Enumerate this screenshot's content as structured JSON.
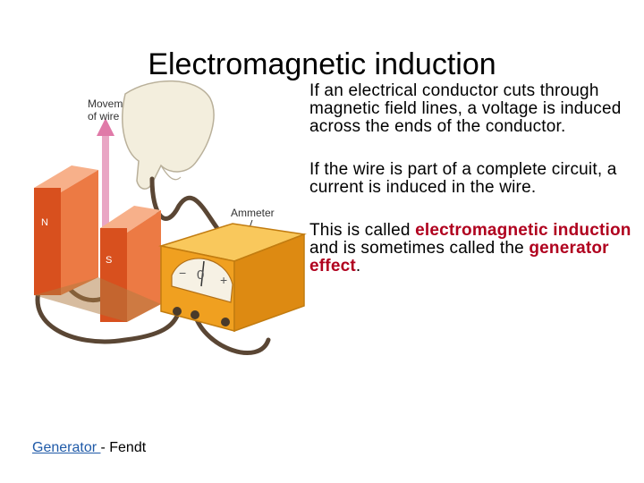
{
  "title": "Electromagnetic induction",
  "bullets": [
    {
      "text": "If an electrical conductor cuts through magnetic field lines, a voltage is induced across the ends of the conductor."
    },
    {
      "text": "If the wire is part of a complete circuit, a current is induced in the wire."
    },
    {
      "before": "This is called ",
      "highlight1": "electromagnetic induction",
      "middle": " and is sometimes called the ",
      "highlight2": "generator effect",
      "after": "."
    }
  ],
  "diagram": {
    "movement_label_1": "Movement",
    "movement_label_2": "of wire",
    "ammeter_label": "Ammeter",
    "pole_n": "N",
    "pole_s": "S",
    "scale_zero": "0",
    "scale_minus": "−",
    "scale_plus": "+"
  },
  "credit": {
    "link_text": "Generator ",
    "suffix": "- Fendt"
  },
  "colors": {
    "highlight": "#b0001e",
    "link": "#1f5aa8",
    "magnet": "#e2602a",
    "meter_body": "#f0a020"
  }
}
